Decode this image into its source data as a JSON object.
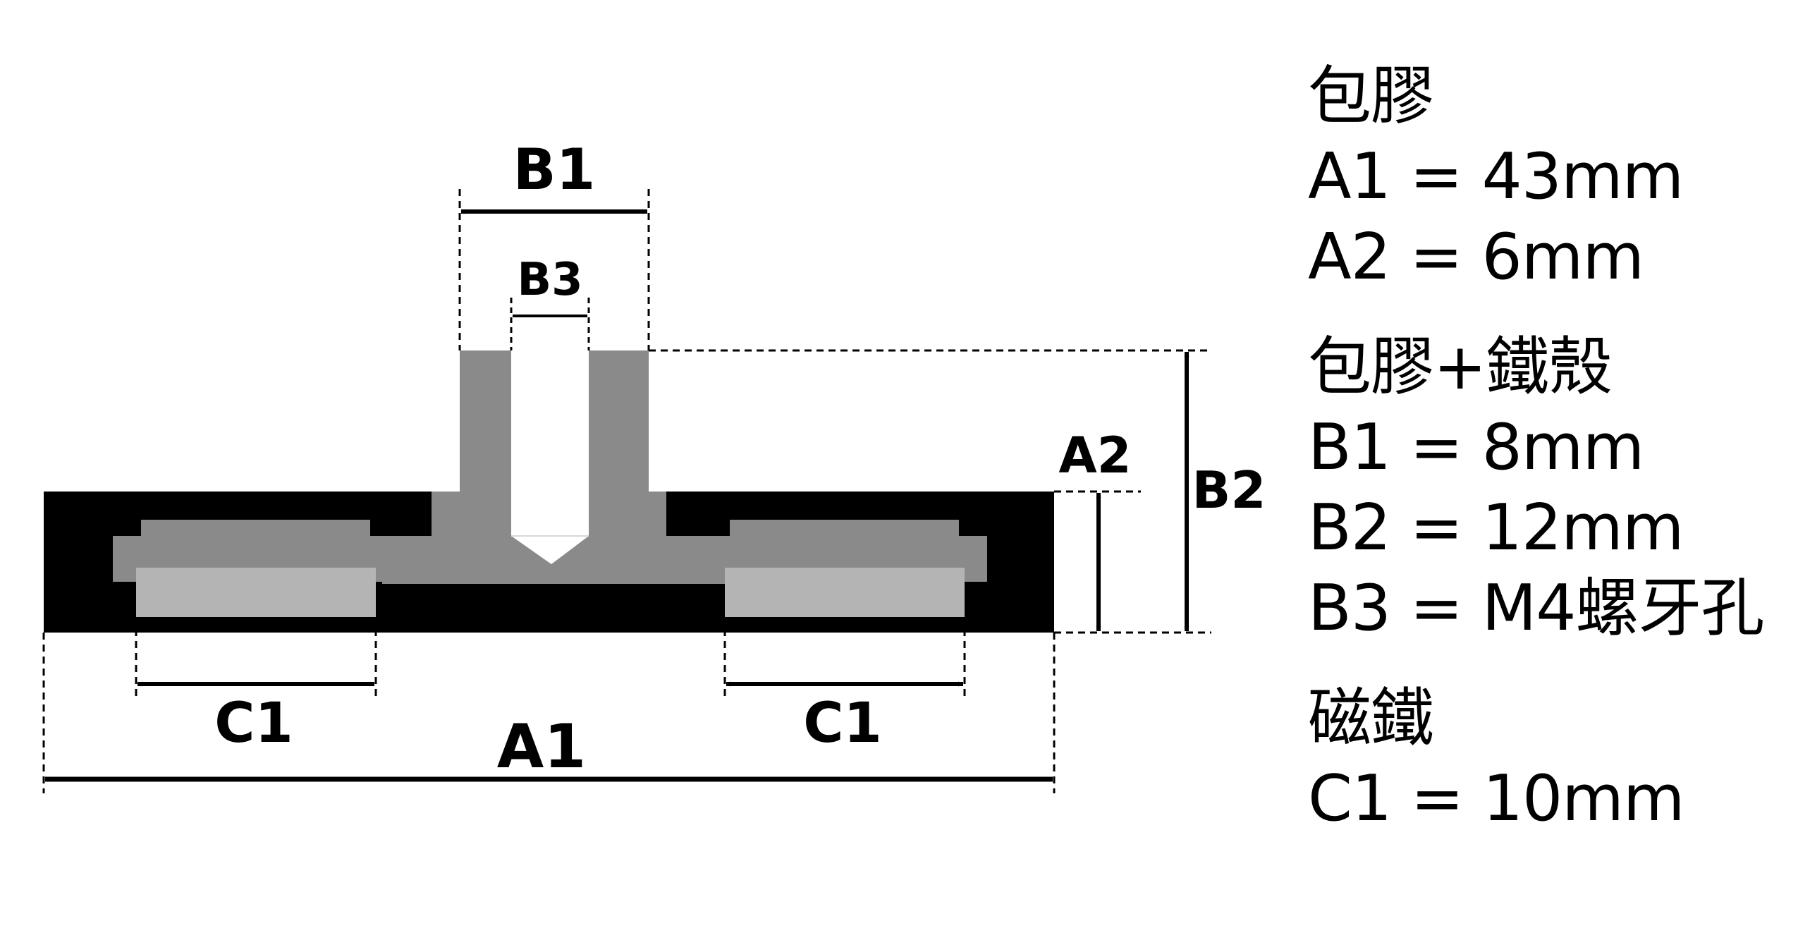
{
  "diagram": {
    "labels": {
      "a1": "A1",
      "a2": "A2",
      "b1": "B1",
      "b2": "B2",
      "b3": "B3",
      "c1_left": "C1",
      "c1_right": "C1"
    },
    "colors": {
      "shell": "#000000",
      "rubber": "#8a8a8a",
      "magnet": "#b4b4b4",
      "hole": "#ffffff",
      "line": "#000000",
      "background": "#ffffff"
    }
  },
  "specs": [
    {
      "heading": "包膠",
      "lines": [
        "A1 = 43mm",
        "A2 = 6mm"
      ]
    },
    {
      "heading": "包膠+鐵殼",
      "lines": [
        "B1 = 8mm",
        "B2 = 12mm",
        "B3 = M4螺牙孔"
      ]
    },
    {
      "heading": "磁鐵",
      "lines": [
        "C1 = 10mm"
      ]
    }
  ]
}
